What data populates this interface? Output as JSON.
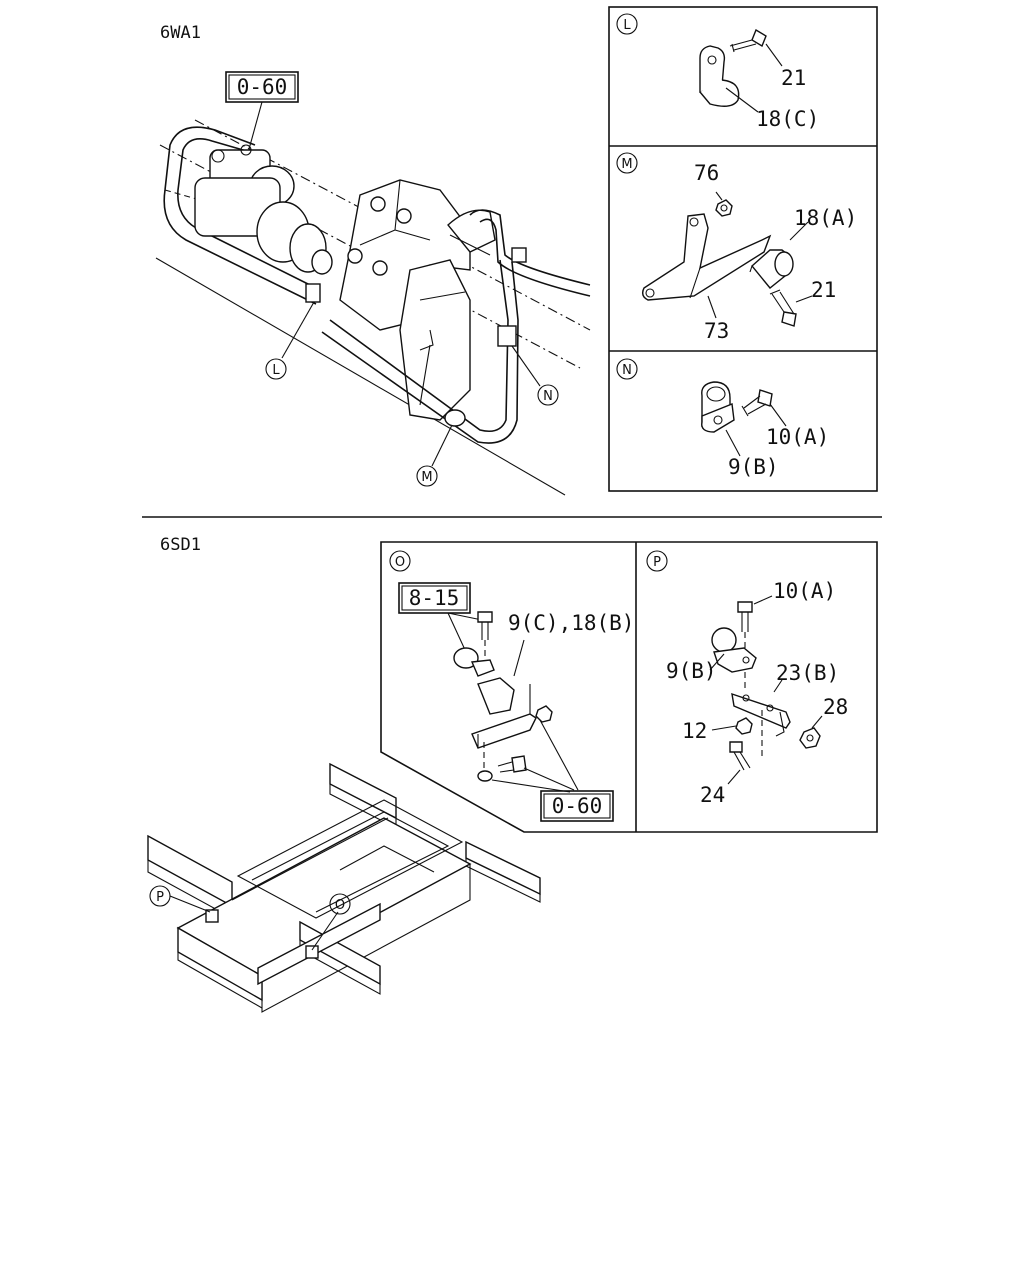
{
  "sections": {
    "top": "6WA1",
    "bottom": "6SD1"
  },
  "refs": {
    "r060_top": "0-60",
    "r815": "8-15",
    "r060_o": "0-60"
  },
  "callouts": {
    "L": "L",
    "M": "M",
    "N": "N",
    "O": "O",
    "P": "P"
  },
  "panels": {
    "L": {
      "marker": "L",
      "parts": [
        "21",
        "18(C)"
      ]
    },
    "M": {
      "marker": "M",
      "parts": [
        "76",
        "18(A)",
        "21",
        "73"
      ]
    },
    "N": {
      "marker": "N",
      "parts": [
        "10(A)",
        "9(B)"
      ]
    },
    "O": {
      "marker": "O",
      "parts": [
        "9(C),18(B)"
      ]
    },
    "P": {
      "marker": "P",
      "parts": [
        "10(A)",
        "9(B)",
        "23(B)",
        "28",
        "12",
        "24"
      ]
    }
  }
}
